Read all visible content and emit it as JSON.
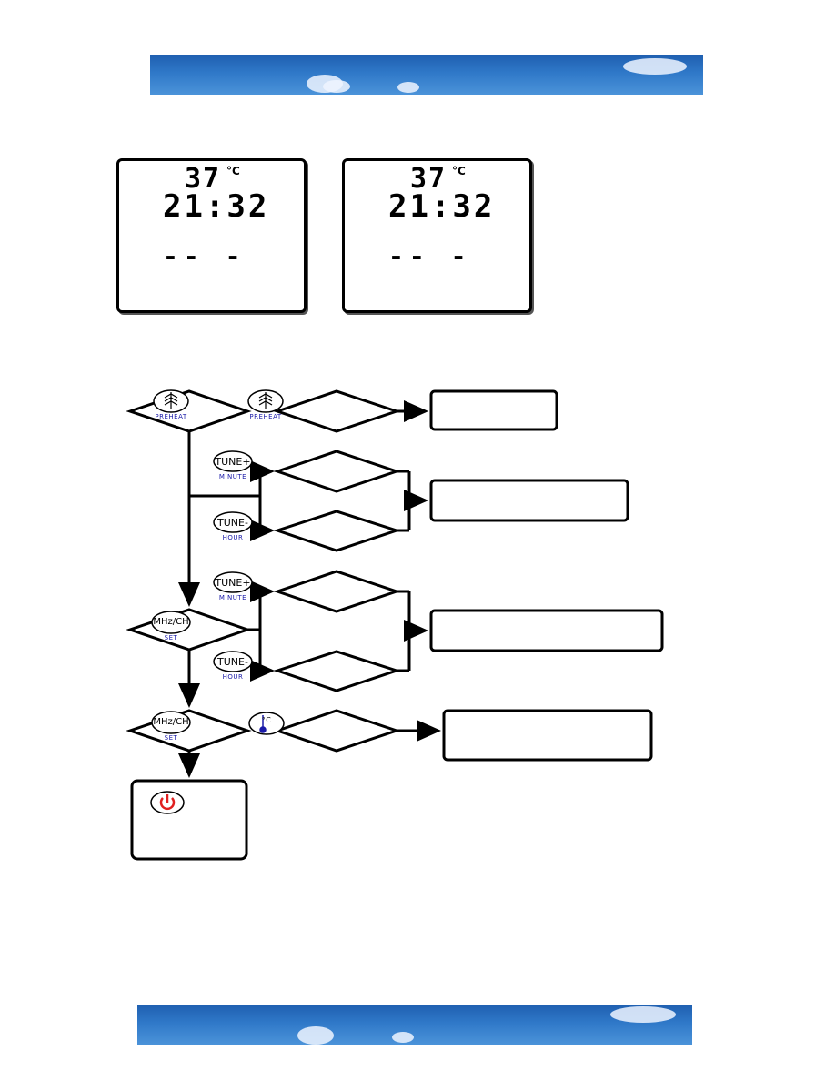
{
  "lcd_screens": [
    {
      "temperature": "37",
      "unit": "°C",
      "time": "21:32",
      "indicator": "-- -"
    },
    {
      "temperature": "37",
      "unit": "°C",
      "time": "21:32",
      "indicator": "-- -"
    }
  ],
  "buttons": {
    "preheat_sub": "PREHEAT",
    "tune_plus": "TUNE+",
    "tune_plus_sub": "MINUTE",
    "tune_minus": "TUNE-",
    "tune_minus_sub": "HOUR",
    "mhz_ch": "MHz/CH",
    "mhz_ch_sub": "SET",
    "temp_icon_sub": "°C"
  },
  "colors": {
    "banner": "#2f78c8",
    "power": "#e02020",
    "label_blue": "#1a1aa8"
  }
}
